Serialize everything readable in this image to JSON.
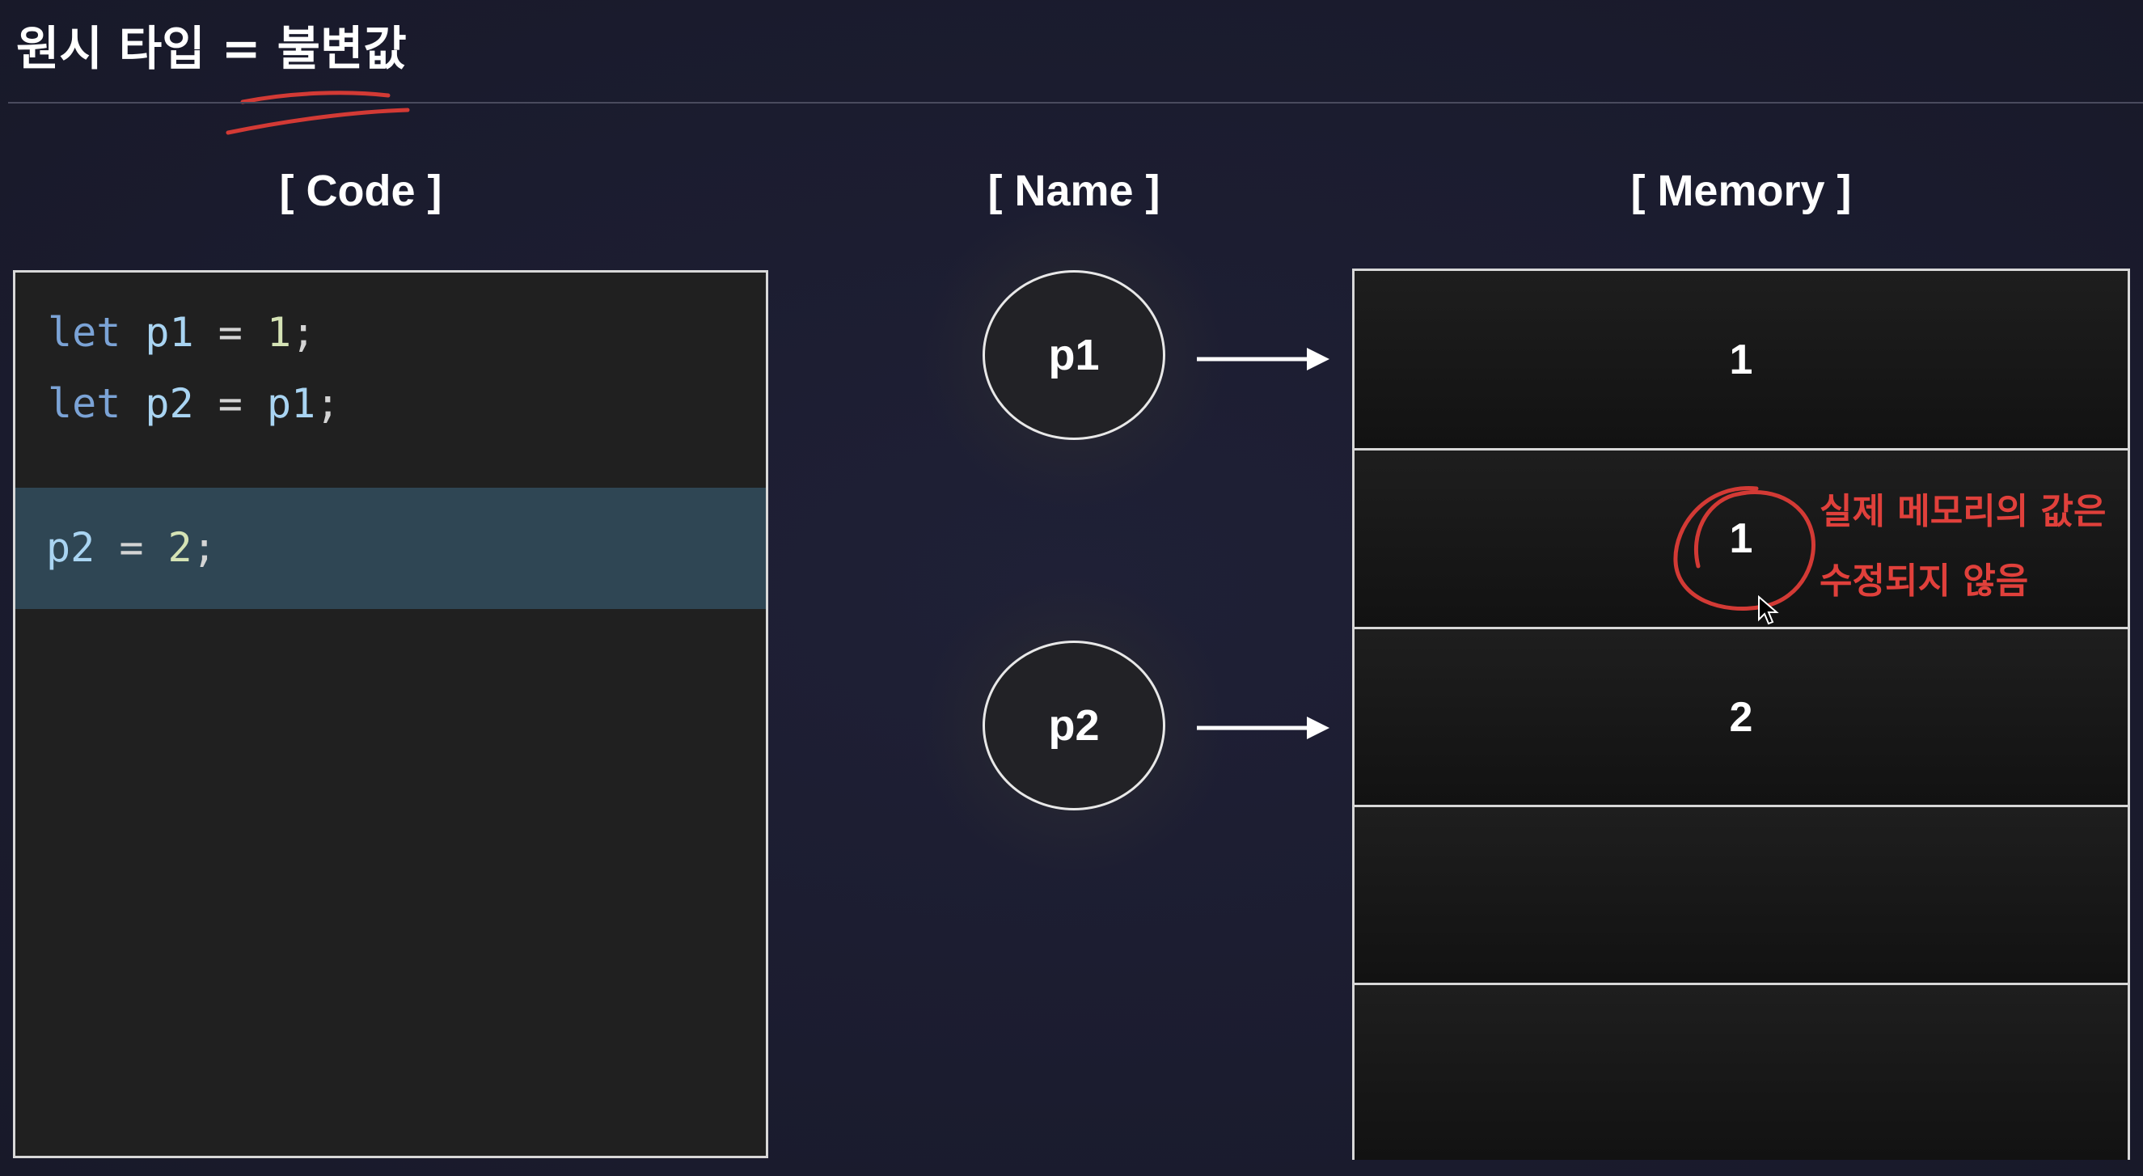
{
  "title": "원시 타입 = 불변값",
  "headers": {
    "code": "[ Code ]",
    "name": "[ Name ]",
    "memory": "[ Memory ]"
  },
  "code": {
    "line1": {
      "kw": "let",
      "var": "p1",
      "op": "=",
      "val": "1",
      "end": ";"
    },
    "line2": {
      "kw": "let",
      "var": "p2",
      "op": "=",
      "val": "p1",
      "end": ";"
    },
    "line3": {
      "var": "p2",
      "op": "=",
      "val": "2",
      "end": ";"
    }
  },
  "names": [
    "p1",
    "p2"
  ],
  "memory_cells": [
    "1",
    "1",
    "2",
    "",
    ""
  ],
  "annotation": {
    "line1": "실제 메모리의 값은",
    "line2": "수정되지 않음"
  },
  "colors": {
    "annotation": "#e0403b",
    "highlight": "#2f4654",
    "keyword": "#7ba3d6"
  }
}
